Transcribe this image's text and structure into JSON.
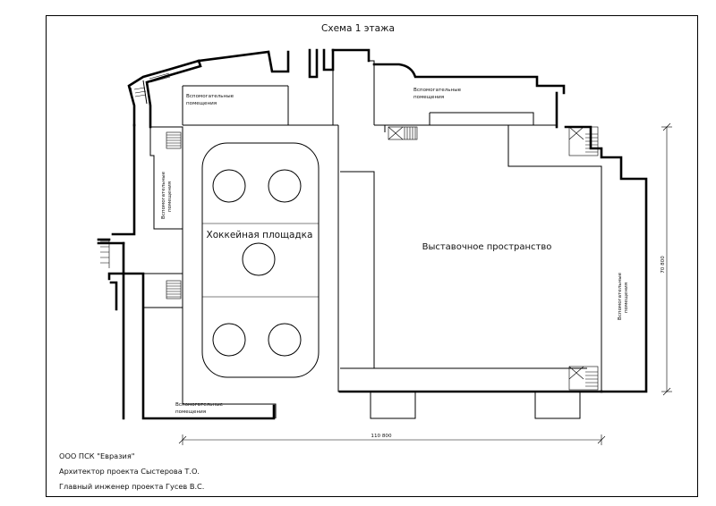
{
  "title": "Схема 1 этажа",
  "rooms": {
    "aux_top_left": [
      "Вспомогательные",
      "помещения"
    ],
    "aux_top_center": [
      "Вспомогательные",
      "помещения"
    ],
    "aux_left": [
      "Вспомогательные",
      "помещения"
    ],
    "aux_right": [
      "Вспомогательные",
      "помещения"
    ],
    "aux_bottom": [
      "Вспомогательные",
      "помещения"
    ],
    "hockey": "Хоккейная площадка",
    "exhibition": "Выставочное пространство"
  },
  "dimensions": {
    "width": "110 800",
    "height": "70 800"
  },
  "credits": {
    "company": "ООО ПСК \"Евразия\"",
    "architect": "Архитектор проекта Сыстерова Т.О.",
    "engineer": "Главный инженер проекта Гусев В.С."
  }
}
